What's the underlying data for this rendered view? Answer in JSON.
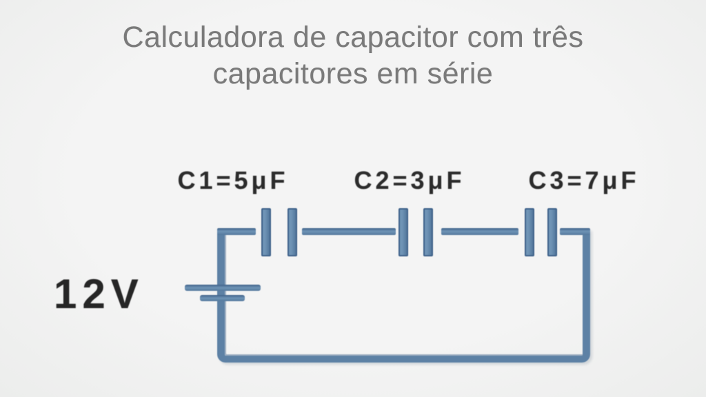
{
  "title": {
    "line1": "Calculadora de capacitor com três",
    "line2": "capacitores em série"
  },
  "diagram": {
    "type": "series-capacitor-circuit",
    "source_voltage": {
      "label": "12V",
      "volts": 12
    },
    "capacitors": [
      {
        "id": "C1",
        "label": "C1=5μF",
        "microfarads": 5
      },
      {
        "id": "C2",
        "label": "C2=3μF",
        "microfarads": 3
      },
      {
        "id": "C3",
        "label": "C3=7μF",
        "microfarads": 7
      }
    ]
  },
  "theme": {
    "background": "#f1f2f1",
    "wire": "#5d81a5",
    "wire-edge": "#3f628a",
    "title-text": "#7a7a7a",
    "label-text": "#2c2c2c"
  }
}
